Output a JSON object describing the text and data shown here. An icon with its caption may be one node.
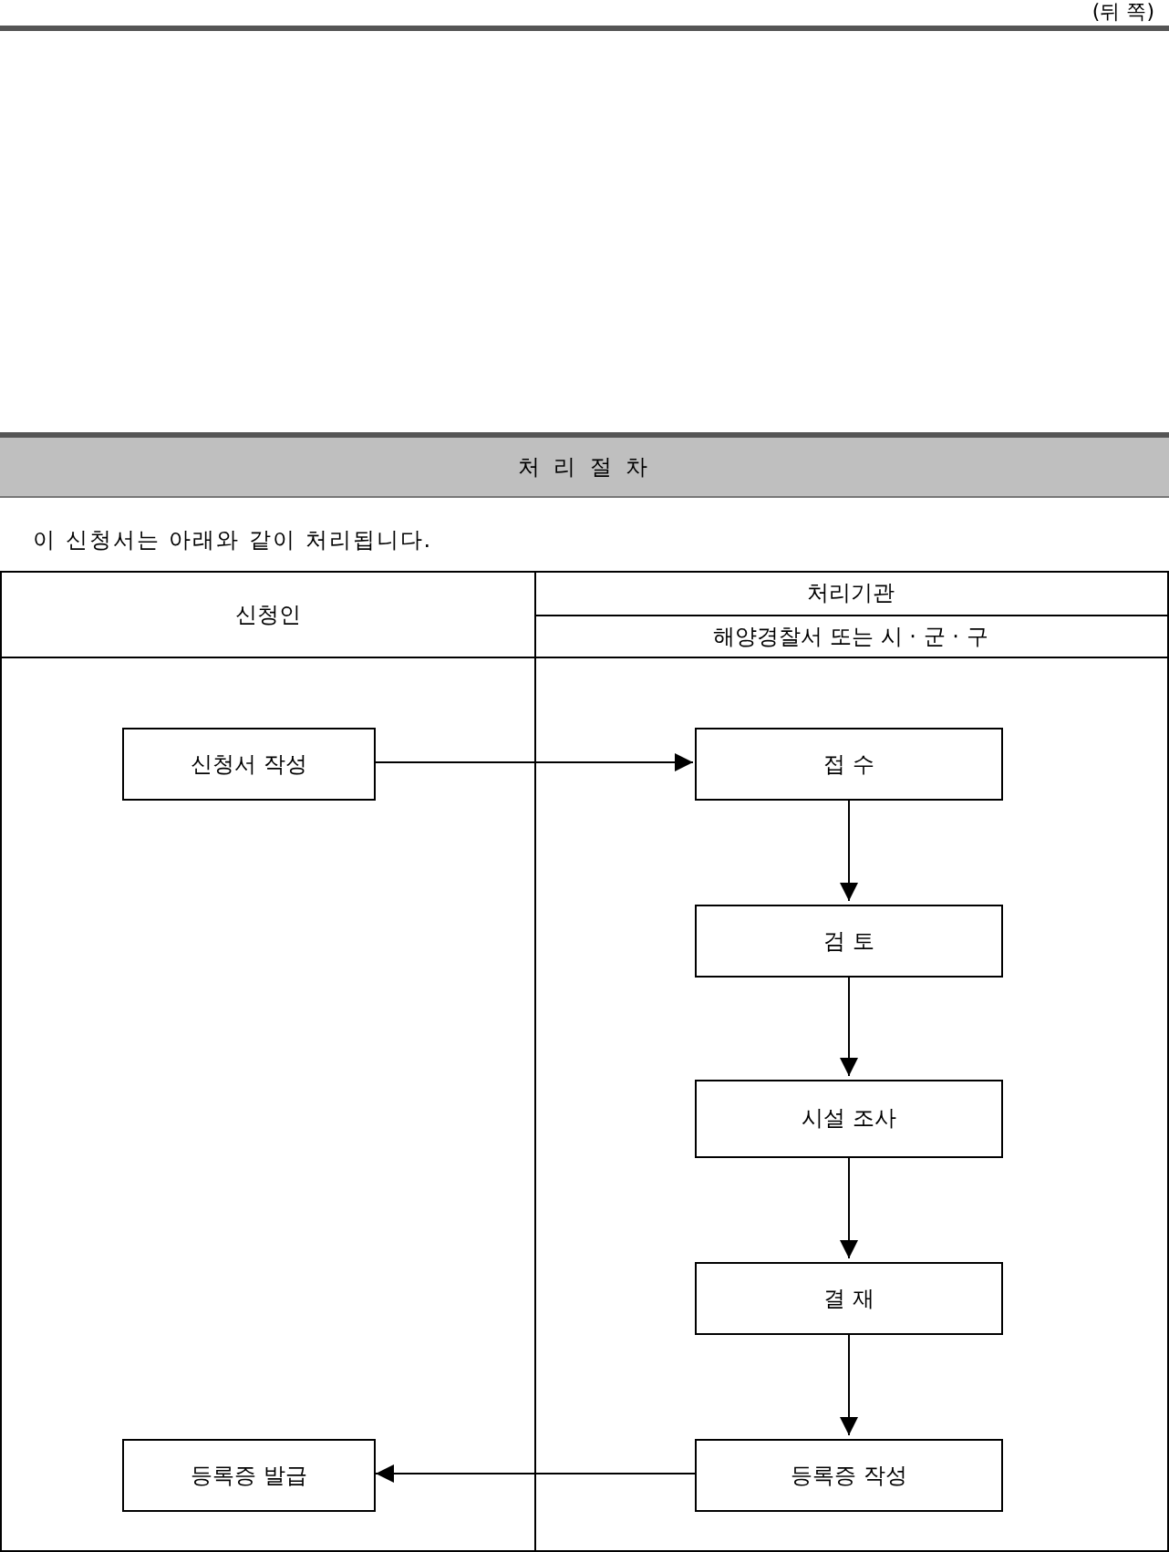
{
  "diagram": {
    "nodes": [
      {
        "text": [
          "처 리 절 차"
        ]
      },
      {
        "text": [
          "신청인"
        ]
      },
      {
        "text": [
          "처리기관",
          "해양경찰서 또는 시 · 군 · 구"
        ]
      },
      {
        "text": [
          "신청서 작성"
        ],
        "in": 1
      },
      {
        "text": [
          "접 수"
        ],
        "in": 2
      },
      {
        "text": [
          "검 토"
        ],
        "in": 2
      },
      {
        "text": [
          "시설 조사"
        ],
        "in": 2
      },
      {
        "text": [
          "결 재"
        ],
        "in": 2
      },
      {
        "text": [
          "등록증 작성"
        ],
        "in": 2
      },
      {
        "text": [
          "등록증 발급"
        ],
        "in": 1
      }
    ],
    "edges": [
      {
        "from": 3,
        "to": 4,
        "arrow": "to"
      },
      {
        "from": 4,
        "to": 5,
        "arrow": "to"
      },
      {
        "from": 5,
        "to": 6,
        "arrow": "to"
      },
      {
        "from": 6,
        "to": 7,
        "arrow": "to"
      },
      {
        "from": 7,
        "to": 8,
        "arrow": "to"
      },
      {
        "from": 8,
        "to": 9,
        "arrow": "to"
      }
    ],
    "labels": [
      "(뒤 쪽)",
      "이 신청서는 아래와 같이 처리됩니다."
    ]
  }
}
